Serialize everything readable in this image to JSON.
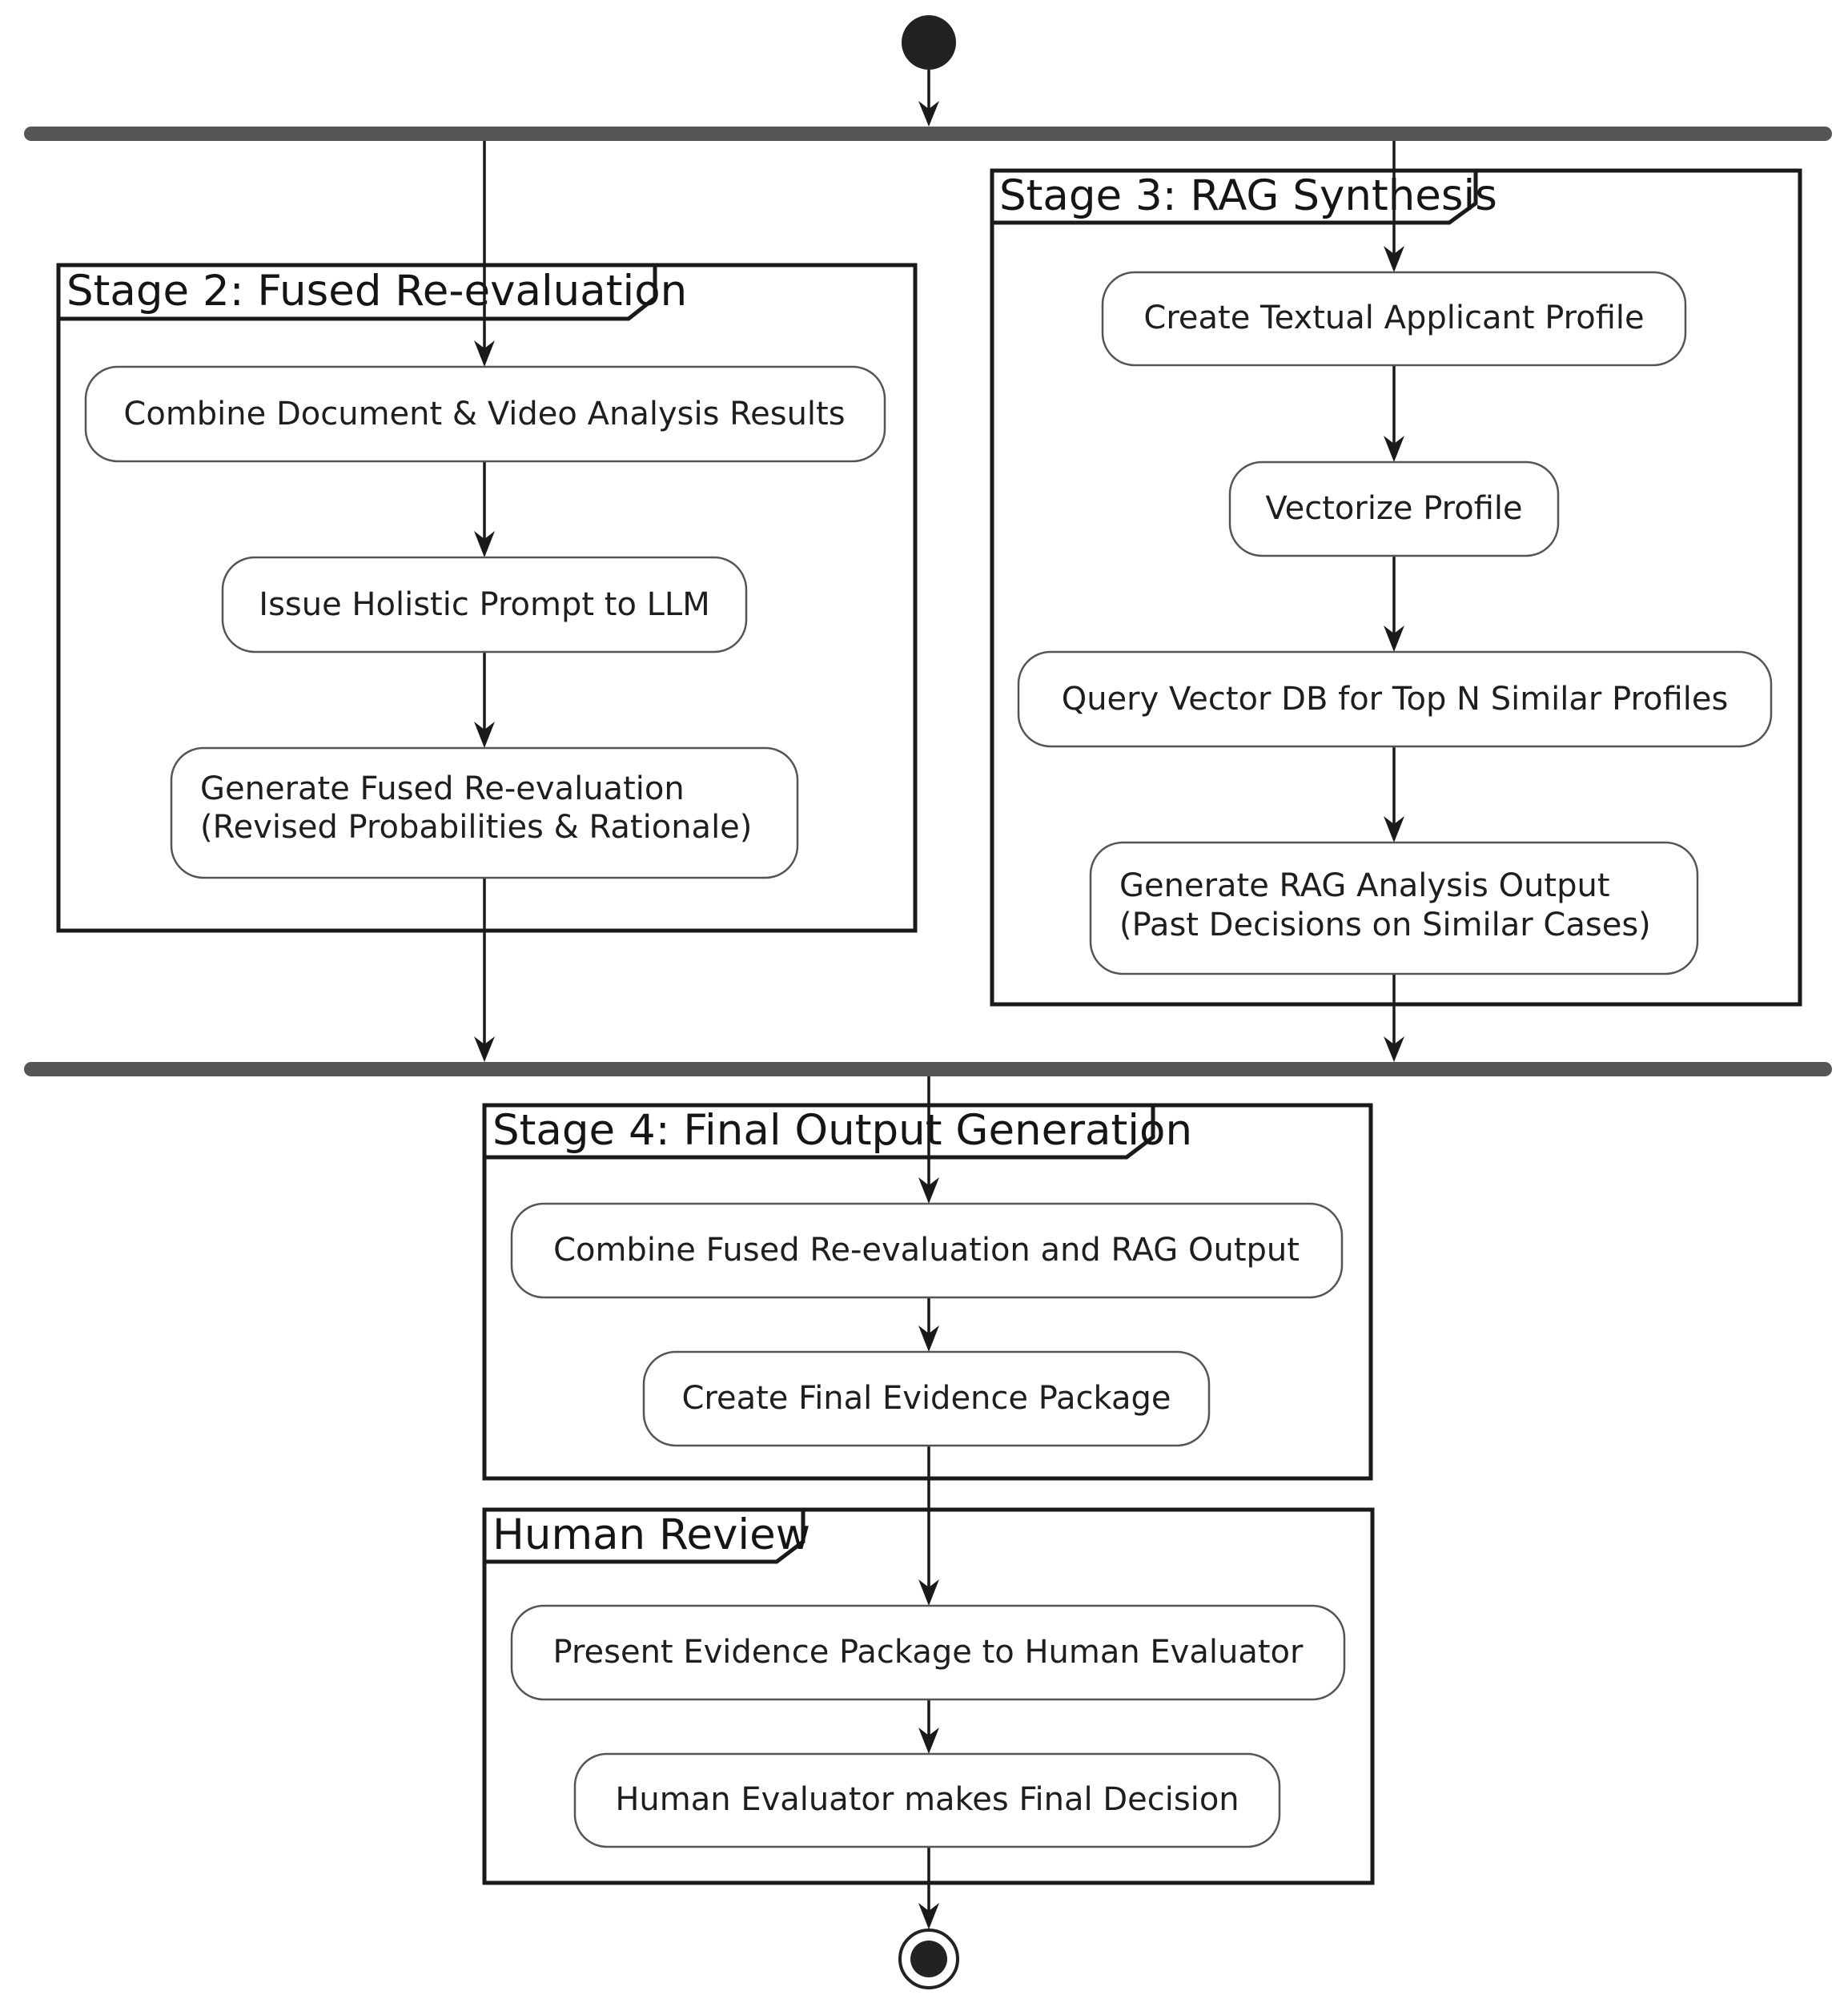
{
  "partitions": {
    "stage2": {
      "title": "Stage 2: Fused Re-evaluation"
    },
    "stage3": {
      "title": "Stage 3: RAG Synthesis"
    },
    "stage4": {
      "title": "Stage 4: Final Output Generation"
    },
    "human": {
      "title": "Human Review"
    }
  },
  "activities": {
    "combine_doc_video": [
      "Combine Document & Video Analysis Results"
    ],
    "holistic_prompt": [
      "Issue Holistic Prompt to LLM"
    ],
    "generate_fused": [
      "Generate Fused Re-evaluation",
      "(Revised Probabilities & Rationale)"
    ],
    "create_profile": [
      "Create Textual Applicant Profile"
    ],
    "vectorize": [
      "Vectorize Profile"
    ],
    "query_db": [
      "Query Vector DB for Top N Similar Profiles"
    ],
    "generate_rag": [
      "Generate RAG Analysis Output",
      "(Past Decisions on Similar Cases)"
    ],
    "combine_fused_rag": [
      "Combine Fused Re-evaluation and RAG Output"
    ],
    "evidence_package": [
      "Create Final Evidence Package"
    ],
    "present_evidence": [
      "Present Evidence Package to Human Evaluator"
    ],
    "final_decision": [
      "Human Evaluator makes Final Decision"
    ]
  }
}
